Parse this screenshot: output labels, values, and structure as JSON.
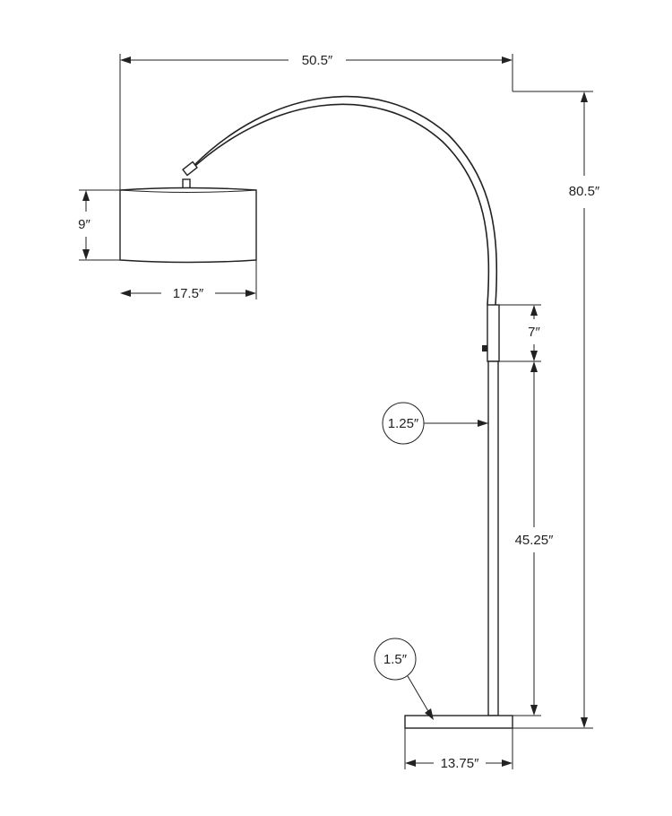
{
  "dimensions": {
    "overall_width": "50.5″",
    "overall_height": "80.5″",
    "shade_height": "9″",
    "shade_width": "17.5″",
    "switch_section": "7″",
    "lower_pole_height": "45.25″",
    "pole_diameter": "1.25″",
    "base_thickness": "1.5″",
    "base_width": "13.75″"
  },
  "colors": {
    "line": "#222222",
    "background": "#ffffff"
  }
}
